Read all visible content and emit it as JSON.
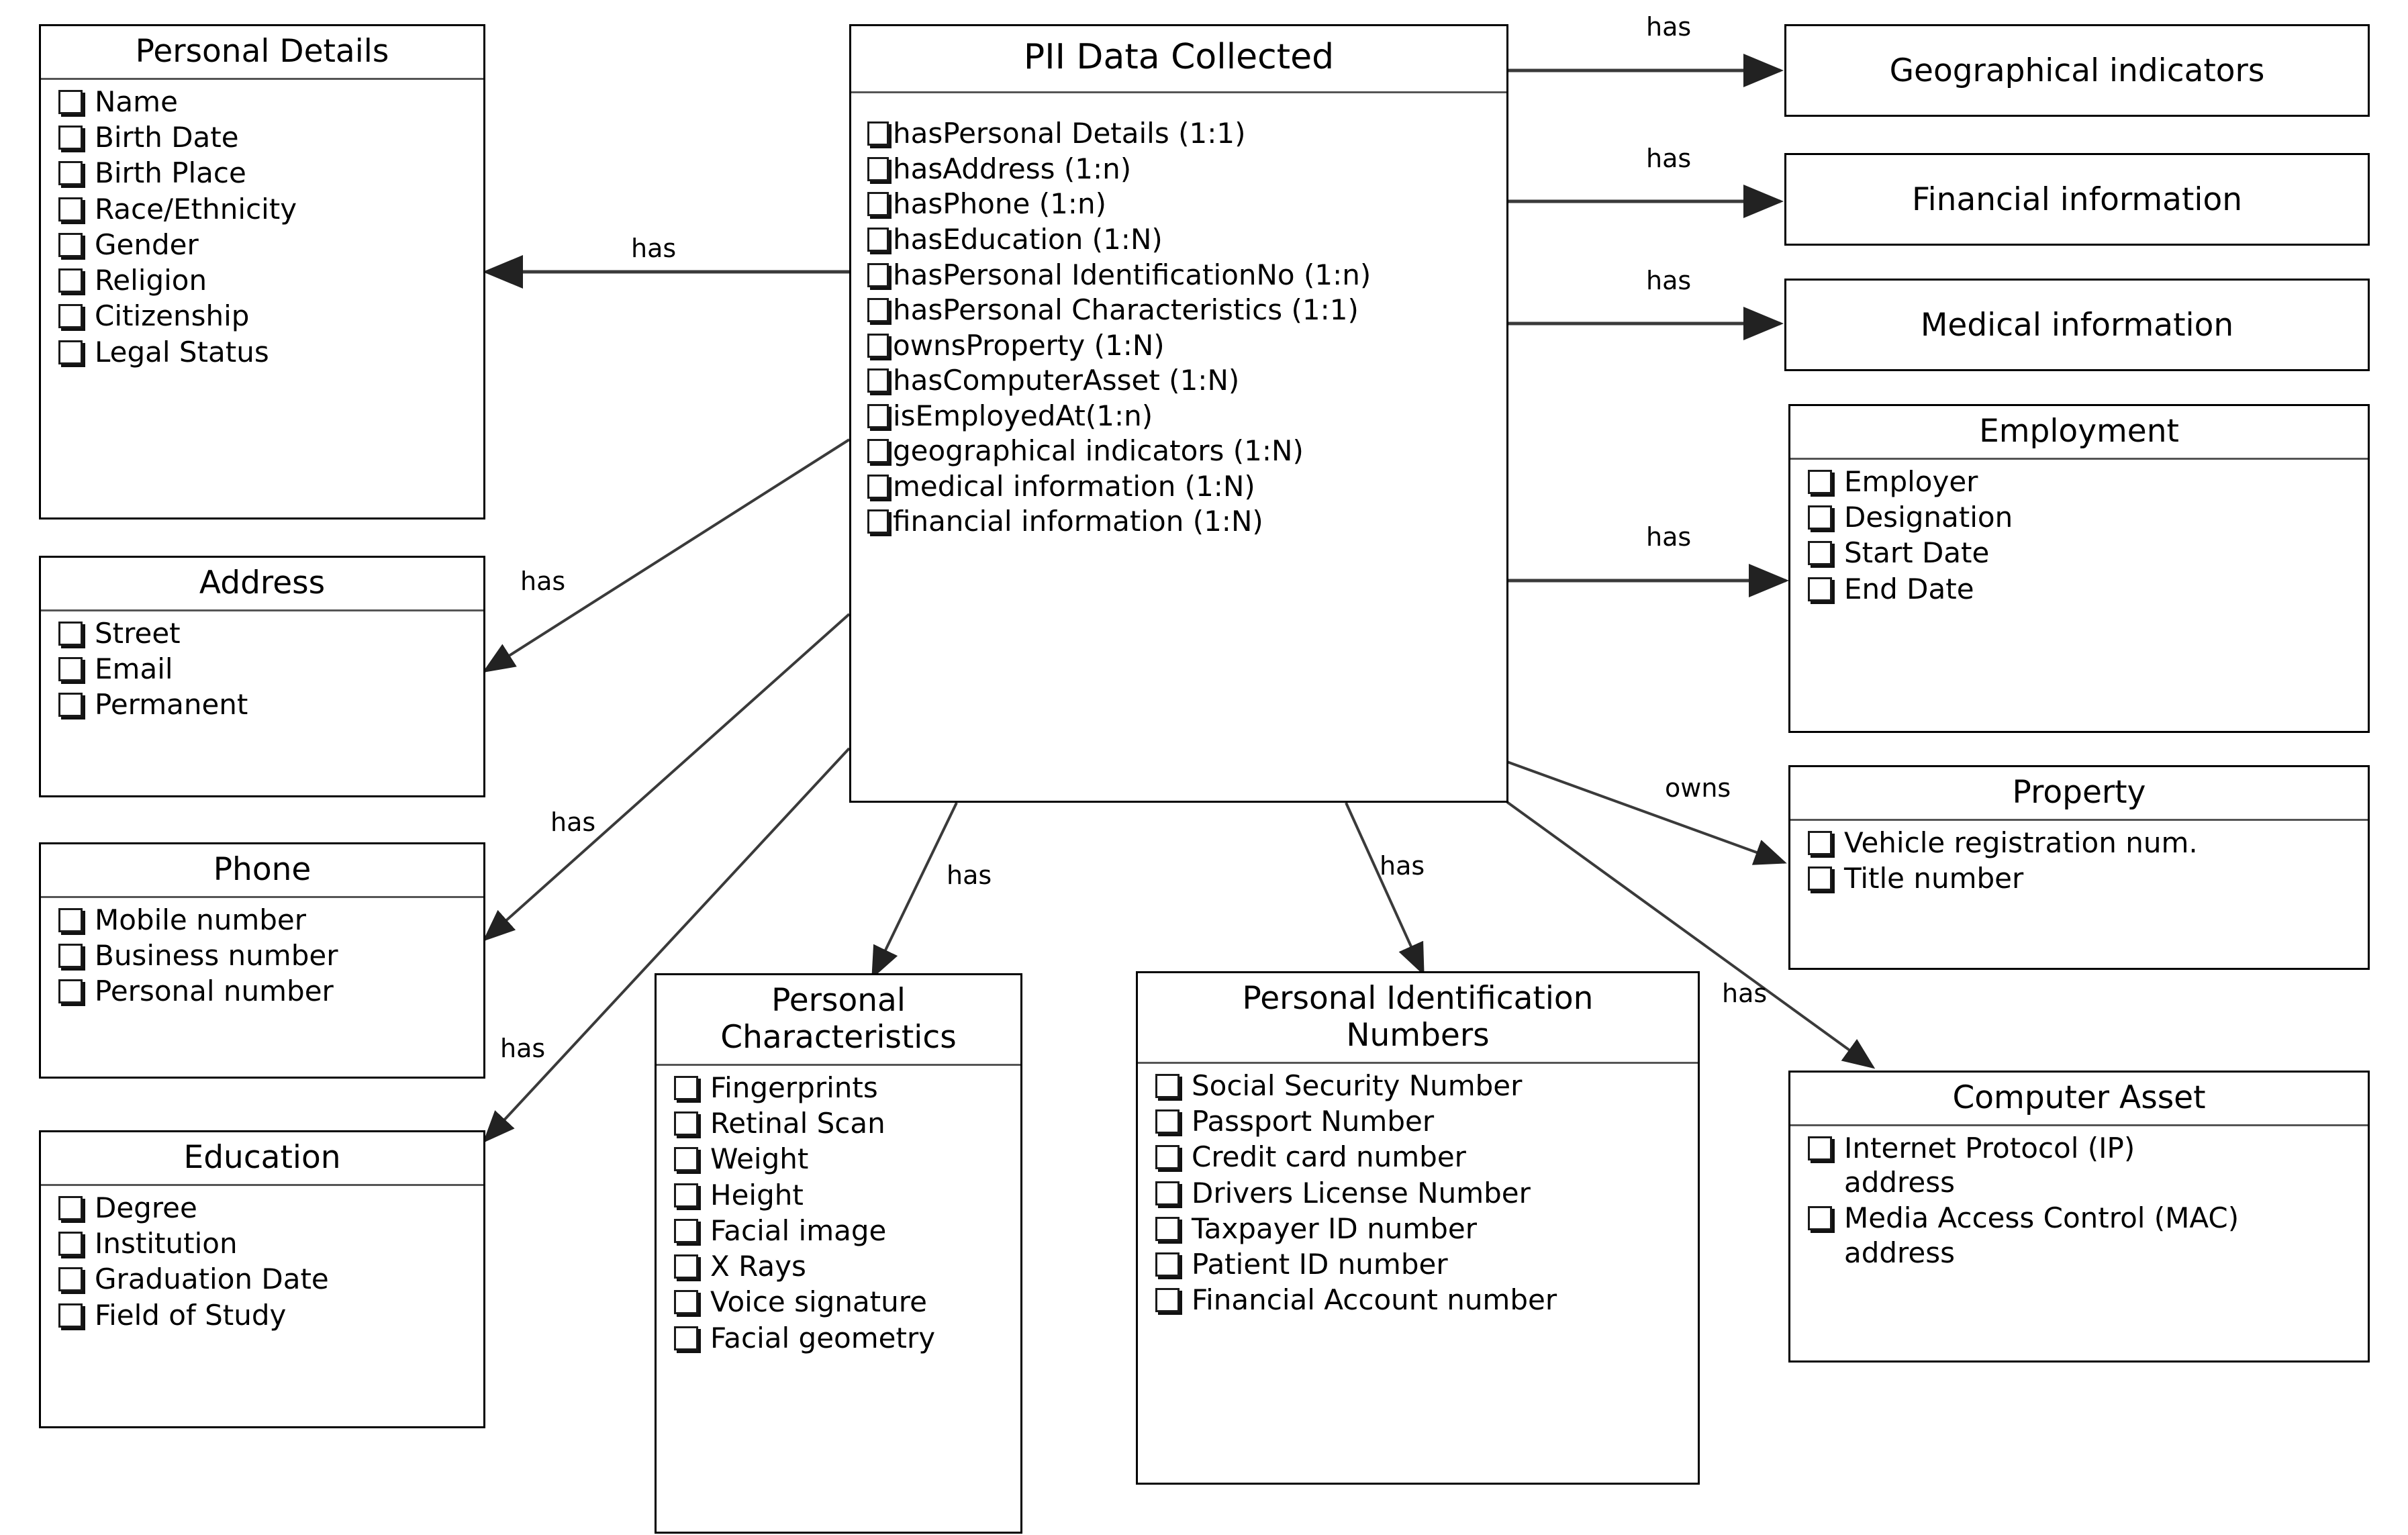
{
  "diagram": {
    "title": "PII Data Collected entity relationship diagram",
    "line_color": "#3a3a3a",
    "box_border_color": "#000000",
    "background": "#ffffff"
  },
  "central": {
    "title": "PII Data Collected",
    "attributes": [
      "hasPersonal Details (1:1)",
      "hasAddress (1:n)",
      "hasPhone (1:n)",
      "hasEducation (1:N)",
      "hasPersonal IdentificationNo (1:n)",
      "hasPersonal Characteristics (1:1)",
      "ownsProperty (1:N)",
      "hasComputerAsset (1:N)",
      "isEmployedAt(1:n)",
      "geographical indicators (1:N)",
      "medical information (1:N)",
      "financial information (1:N)"
    ]
  },
  "entities": {
    "personal_details": {
      "title": "Personal Details",
      "attributes": [
        "Name",
        "Birth Date",
        "Birth Place",
        "Race/Ethnicity",
        "Gender",
        "Religion",
        "Citizenship",
        "Legal Status"
      ]
    },
    "address": {
      "title": "Address",
      "attributes": [
        "Street",
        "Email",
        "Permanent"
      ]
    },
    "phone": {
      "title": "Phone",
      "attributes": [
        "Mobile number",
        "Business number",
        "Personal number"
      ]
    },
    "education": {
      "title": "Education",
      "attributes": [
        "Degree",
        "Institution",
        "Graduation Date",
        "Field of Study"
      ]
    },
    "personal_characteristics": {
      "title": "Personal\nCharacteristics",
      "attributes": [
        "Fingerprints",
        "Retinal Scan",
        "Weight",
        "Height",
        "Facial image",
        "X Rays",
        "Voice signature",
        "Facial geometry"
      ]
    },
    "personal_identification_numbers": {
      "title": "Personal Identification\nNumbers",
      "attributes": [
        "Social Security Number",
        "Passport Number",
        "Credit card number",
        "Drivers License Number",
        "Taxpayer ID number",
        "Patient ID number",
        "Financial Account number"
      ]
    },
    "geographical_indicators": {
      "title": "Geographical indicators"
    },
    "financial_information": {
      "title": "Financial information"
    },
    "medical_information": {
      "title": "Medical information"
    },
    "employment": {
      "title": "Employment",
      "attributes": [
        "Employer",
        "Designation",
        "Start Date",
        "End Date"
      ]
    },
    "property": {
      "title": "Property",
      "attributes": [
        "Vehicle registration num.",
        "Title number"
      ]
    },
    "computer_asset": {
      "title": "Computer Asset",
      "attributes": [
        "Internet Protocol (IP)\naddress",
        "Media Access Control (MAC)\naddress"
      ]
    }
  },
  "edges": [
    {
      "id": "e-geo",
      "label": "has",
      "from": "central",
      "to": "geographical_indicators"
    },
    {
      "id": "e-fin",
      "label": "has",
      "from": "central",
      "to": "financial_information"
    },
    {
      "id": "e-med",
      "label": "has",
      "from": "central",
      "to": "medical_information"
    },
    {
      "id": "e-emp",
      "label": "has",
      "from": "central",
      "to": "employment"
    },
    {
      "id": "e-pdetails",
      "label": "has",
      "from": "central",
      "to": "personal_details"
    },
    {
      "id": "e-address",
      "label": "has",
      "from": "central",
      "to": "address"
    },
    {
      "id": "e-phone",
      "label": "has",
      "from": "central",
      "to": "phone"
    },
    {
      "id": "e-education",
      "label": "has",
      "from": "central",
      "to": "education"
    },
    {
      "id": "e-pchar",
      "label": "has",
      "from": "central",
      "to": "personal_characteristics"
    },
    {
      "id": "e-pidnum",
      "label": "has",
      "from": "central",
      "to": "personal_identification_numbers"
    },
    {
      "id": "e-property",
      "label": "owns",
      "from": "central",
      "to": "property"
    },
    {
      "id": "e-computer",
      "label": "has",
      "from": "central",
      "to": "computer_asset"
    }
  ]
}
